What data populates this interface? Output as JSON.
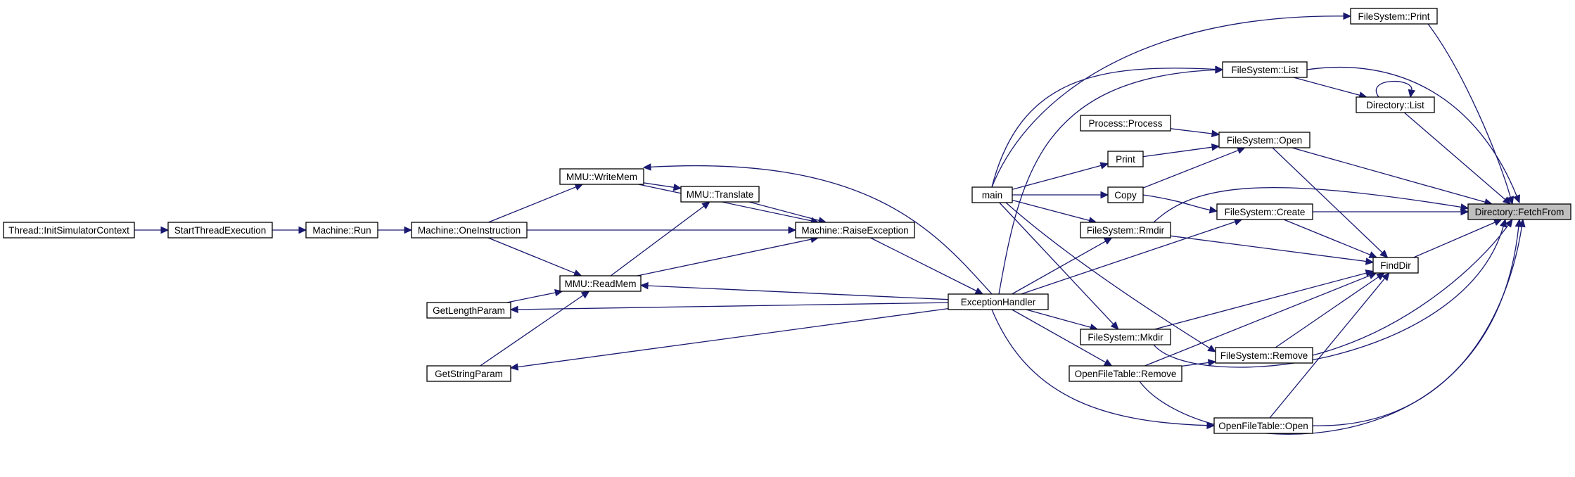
{
  "graph": {
    "nodes": [
      {
        "id": "initsim",
        "label": "Thread::InitSimulatorContext"
      },
      {
        "id": "startthread",
        "label": "StartThreadExecution"
      },
      {
        "id": "run",
        "label": "Machine::Run"
      },
      {
        "id": "oneinst",
        "label": "Machine::OneInstruction"
      },
      {
        "id": "writemem",
        "label": "MMU::WriteMem"
      },
      {
        "id": "translate",
        "label": "MMU::Translate"
      },
      {
        "id": "readmem",
        "label": "MMU::ReadMem"
      },
      {
        "id": "getlen",
        "label": "GetLengthParam"
      },
      {
        "id": "getstr",
        "label": "GetStringParam"
      },
      {
        "id": "raiseexc",
        "label": "Machine::RaiseException"
      },
      {
        "id": "exchandler",
        "label": "ExceptionHandler"
      },
      {
        "id": "main",
        "label": "main"
      },
      {
        "id": "procproc",
        "label": "Process::Process"
      },
      {
        "id": "print",
        "label": "Print"
      },
      {
        "id": "copy",
        "label": "Copy"
      },
      {
        "id": "rmdir",
        "label": "FileSystem::Rmdir"
      },
      {
        "id": "mkdir",
        "label": "FileSystem::Mkdir"
      },
      {
        "id": "oftremove",
        "label": "OpenFileTable::Remove"
      },
      {
        "id": "fsprint",
        "label": "FileSystem::Print"
      },
      {
        "id": "fslist",
        "label": "FileSystem::List"
      },
      {
        "id": "dirlist",
        "label": "Directory::List"
      },
      {
        "id": "fsopen",
        "label": "FileSystem::Open"
      },
      {
        "id": "fscreate",
        "label": "FileSystem::Create"
      },
      {
        "id": "finddir",
        "label": "FindDir"
      },
      {
        "id": "fsremove",
        "label": "FileSystem::Remove"
      },
      {
        "id": "oftopen",
        "label": "OpenFileTable::Open"
      },
      {
        "id": "fetchfrom",
        "label": "Directory::FetchFrom"
      }
    ],
    "edges": [
      {
        "from": "initsim",
        "to": "startthread"
      },
      {
        "from": "startthread",
        "to": "run"
      },
      {
        "from": "run",
        "to": "oneinst"
      },
      {
        "from": "oneinst",
        "to": "writemem"
      },
      {
        "from": "oneinst",
        "to": "raiseexc"
      },
      {
        "from": "oneinst",
        "to": "readmem"
      },
      {
        "from": "writemem",
        "to": "translate"
      },
      {
        "from": "writemem",
        "to": "raiseexc"
      },
      {
        "from": "readmem",
        "to": "translate"
      },
      {
        "from": "readmem",
        "to": "raiseexc"
      },
      {
        "from": "translate",
        "to": "raiseexc"
      },
      {
        "from": "getlen",
        "to": "readmem"
      },
      {
        "from": "getstr",
        "to": "readmem"
      },
      {
        "from": "raiseexc",
        "to": "exchandler"
      },
      {
        "from": "exchandler",
        "to": "writemem"
      },
      {
        "from": "exchandler",
        "to": "readmem"
      },
      {
        "from": "exchandler",
        "to": "getlen"
      },
      {
        "from": "exchandler",
        "to": "getstr"
      },
      {
        "from": "exchandler",
        "to": "fslist"
      },
      {
        "from": "exchandler",
        "to": "rmdir"
      },
      {
        "from": "exchandler",
        "to": "fscreate"
      },
      {
        "from": "exchandler",
        "to": "mkdir"
      },
      {
        "from": "exchandler",
        "to": "oftremove"
      },
      {
        "from": "exchandler",
        "to": "oftopen"
      },
      {
        "from": "main",
        "to": "fsprint"
      },
      {
        "from": "main",
        "to": "fslist"
      },
      {
        "from": "main",
        "to": "print"
      },
      {
        "from": "main",
        "to": "copy"
      },
      {
        "from": "main",
        "to": "rmdir"
      },
      {
        "from": "main",
        "to": "mkdir"
      },
      {
        "from": "main",
        "to": "fsremove"
      },
      {
        "from": "procproc",
        "to": "fsopen"
      },
      {
        "from": "print",
        "to": "fsopen"
      },
      {
        "from": "copy",
        "to": "fsopen"
      },
      {
        "from": "copy",
        "to": "fscreate"
      },
      {
        "from": "rmdir",
        "to": "finddir"
      },
      {
        "from": "rmdir",
        "to": "fetchfrom"
      },
      {
        "from": "mkdir",
        "to": "finddir"
      },
      {
        "from": "mkdir",
        "to": "fetchfrom"
      },
      {
        "from": "oftremove",
        "to": "fsremove"
      },
      {
        "from": "oftremove",
        "to": "finddir"
      },
      {
        "from": "oftremove",
        "to": "fetchfrom"
      },
      {
        "from": "fslist",
        "to": "dirlist"
      },
      {
        "from": "dirlist",
        "to": "dirlist"
      },
      {
        "from": "fsprint",
        "to": "fetchfrom"
      },
      {
        "from": "fslist",
        "to": "fetchfrom"
      },
      {
        "from": "dirlist",
        "to": "fetchfrom"
      },
      {
        "from": "fsopen",
        "to": "finddir"
      },
      {
        "from": "fsopen",
        "to": "fetchfrom"
      },
      {
        "from": "fscreate",
        "to": "finddir"
      },
      {
        "from": "fscreate",
        "to": "fetchfrom"
      },
      {
        "from": "fsremove",
        "to": "finddir"
      },
      {
        "from": "fsremove",
        "to": "fetchfrom"
      },
      {
        "from": "oftopen",
        "to": "finddir"
      },
      {
        "from": "oftopen",
        "to": "fetchfrom"
      },
      {
        "from": "finddir",
        "to": "fetchfrom"
      }
    ],
    "highlight_node": "fetchfrom",
    "edge_color": "#191970",
    "highlight_fill": "#bfbfbf"
  }
}
